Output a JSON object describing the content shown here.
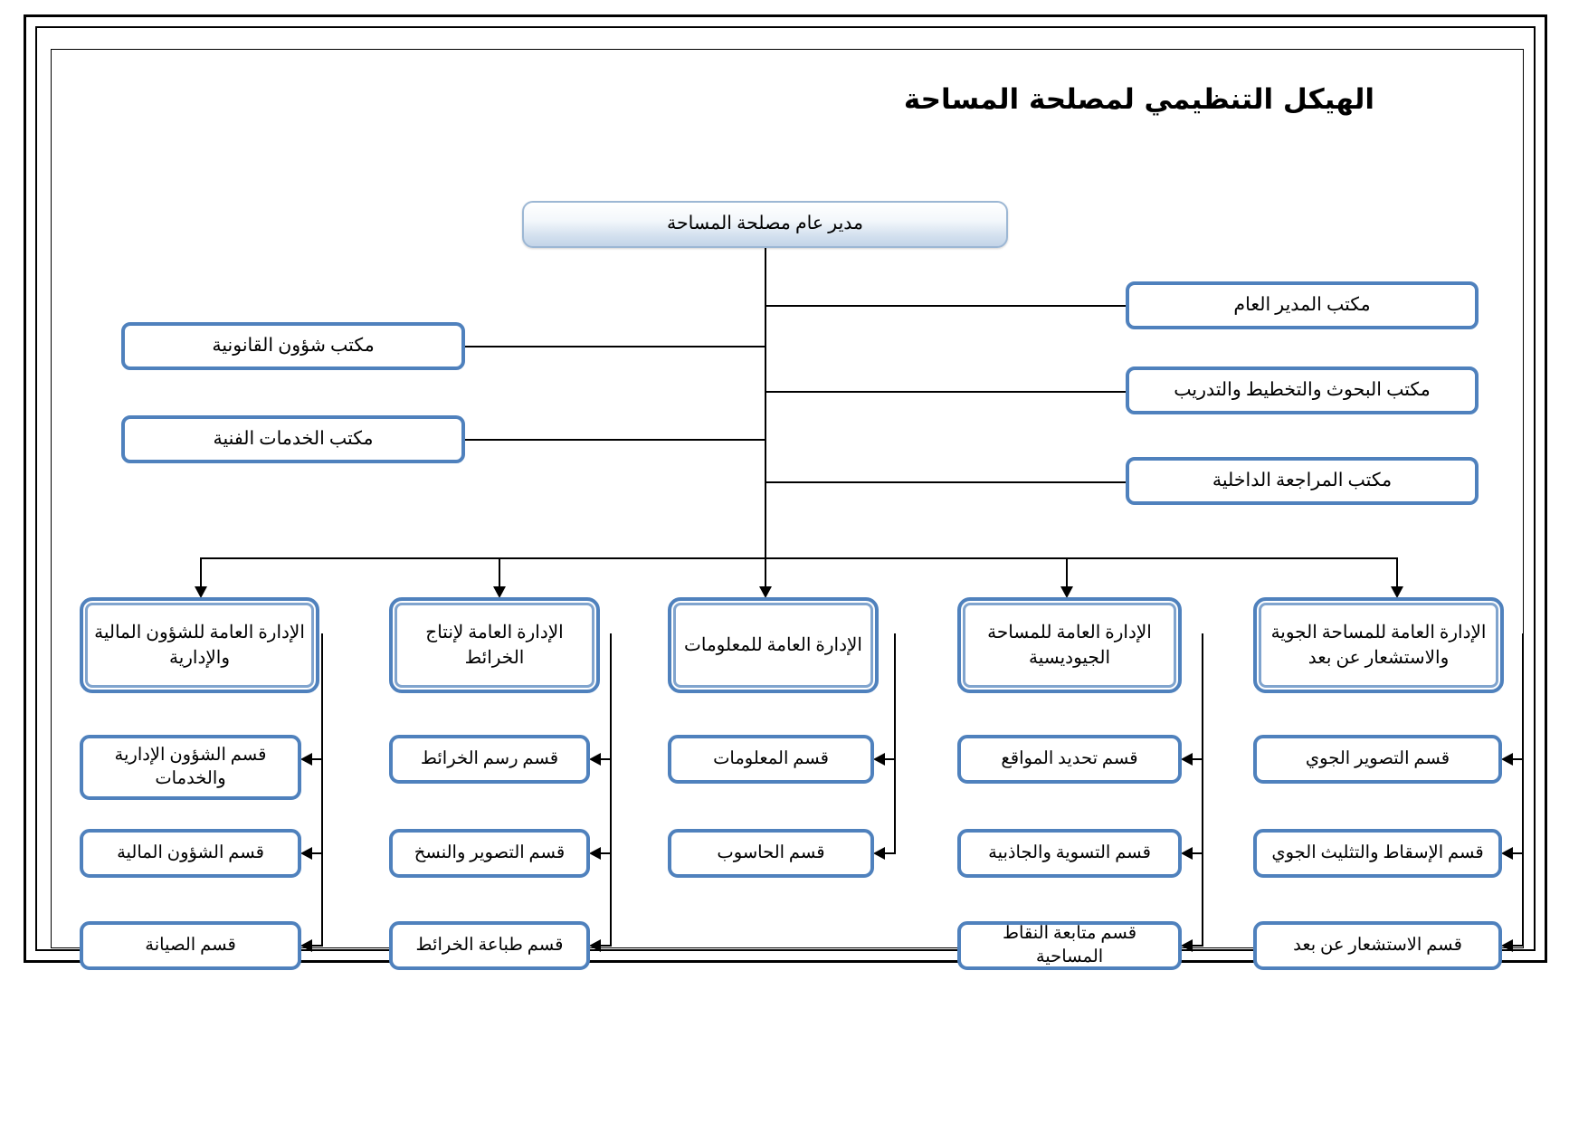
{
  "document": {
    "title": "الهيكل التنظيمي لمصلحة المساحة",
    "language": "ar",
    "direction": "rtl"
  },
  "colors": {
    "box_border": "#4f81bd",
    "box_fill": "#ffffff",
    "connector": "#000000",
    "frame": "#000000",
    "top_node_gradient_start": "#ffffff",
    "top_node_gradient_end": "#c3d4e8"
  },
  "chart_data": {
    "type": "diagram",
    "title": "الهيكل التنظيمي لمصلحة المساحة",
    "root": {
      "id": "dg",
      "label": "مدير عام مصلحة المساحة"
    },
    "staff_offices_right": [
      {
        "id": "office-dg",
        "label": "مكتب المدير العام"
      },
      {
        "id": "office-research",
        "label": "مكتب البحوث والتخطيط والتدريب"
      },
      {
        "id": "office-audit",
        "label": "مكتب المراجعة الداخلية"
      }
    ],
    "staff_offices_left": [
      {
        "id": "office-legal",
        "label": "مكتب شؤون القانونية"
      },
      {
        "id": "office-technical",
        "label": "مكتب الخدمات الفنية"
      }
    ],
    "departments": [
      {
        "id": "dept-finance-admin",
        "label": "الإدارة العامة للشؤون المالية والإدارية",
        "sections": [
          {
            "id": "sec-admin-services",
            "label": "قسم الشؤون الإدارية والخدمات"
          },
          {
            "id": "sec-finance",
            "label": "قسم الشؤون المالية"
          },
          {
            "id": "sec-maintenance",
            "label": "قسم الصيانة"
          }
        ]
      },
      {
        "id": "dept-map-production",
        "label": "الإدارة العامة لإنتاج الخرائط",
        "sections": [
          {
            "id": "sec-map-drawing",
            "label": "قسم رسم الخرائط"
          },
          {
            "id": "sec-photo-copy",
            "label": "قسم التصوير والنسخ"
          },
          {
            "id": "sec-map-printing",
            "label": "قسم طباعة الخرائط"
          }
        ]
      },
      {
        "id": "dept-information",
        "label": "الإدارة العامة للمعلومات",
        "sections": [
          {
            "id": "sec-information",
            "label": "قسم المعلومات"
          },
          {
            "id": "sec-computer",
            "label": "قسم الحاسوب"
          }
        ]
      },
      {
        "id": "dept-geodetic",
        "label": "الإدارة العامة للمساحة الجيوديسية",
        "sections": [
          {
            "id": "sec-positioning",
            "label": "قسم تحديد المواقع"
          },
          {
            "id": "sec-leveling-gravity",
            "label": "قسم التسوية والجاذبية"
          },
          {
            "id": "sec-survey-points",
            "label": "قسم متابعة النقاط المساحية"
          }
        ]
      },
      {
        "id": "dept-aerial-remote",
        "label": "الإدارة العامة للمساحة الجوية والاستشعار عن بعد",
        "sections": [
          {
            "id": "sec-aerial-photography",
            "label": "قسم التصوير الجوي"
          },
          {
            "id": "sec-projection-triangulation",
            "label": "قسم الإسقاط والتثليث الجوي"
          },
          {
            "id": "sec-remote-sensing",
            "label": "قسم الاستشعار عن بعد"
          }
        ]
      }
    ]
  }
}
